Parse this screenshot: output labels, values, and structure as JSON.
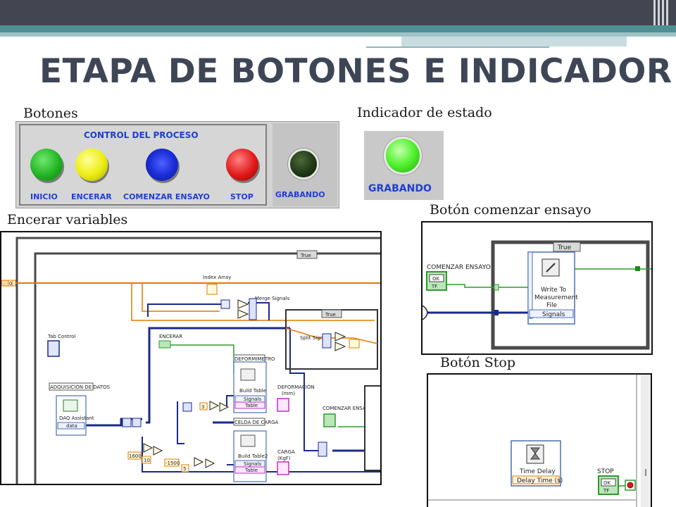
{
  "slide": {
    "title": "ETAPA DE BOTONES E INDICADOR"
  },
  "sections": {
    "buttons": "Botones",
    "indicator": "Indicador de estado",
    "reset_vars": "Encerar variables",
    "start_test_btn": "Botón comenzar ensayo",
    "stop_btn": "Botón Stop"
  },
  "control_panel": {
    "title": "CONTROL DEL PROCESO",
    "buttons": [
      {
        "label": "INICIO",
        "color": "#22b422"
      },
      {
        "label": "ENCERAR",
        "color": "#ecec10"
      },
      {
        "label": "COMENZAR ENSAYO",
        "color": "#1c2fd8"
      },
      {
        "label": "STOP",
        "color": "#e01818"
      }
    ],
    "led": {
      "label": "GRABANDO",
      "state": "off",
      "color": "#1f3a16"
    }
  },
  "status_indicator": {
    "label": "GRABANDO",
    "state": "on",
    "color": "#4ff22c"
  },
  "diagram_reset": {
    "case_selector": "True",
    "inner_case_selector": "True",
    "nodes": {
      "index_array": "Index Array",
      "merge_signals": "Merge Signals",
      "split_signals": "Split Signals",
      "tab_control": "Tab Control",
      "encerar": "ENCERAR",
      "deformimetro": "DEFORMIMETRO",
      "adquisicion": "ADQUISICIÓN DE DATOS",
      "daq_assistant": "DAQ Assistant",
      "daq_data": "data",
      "build_table": "Build Table",
      "build_table2": "Build Table2",
      "signals": "Signals",
      "table": "Table",
      "deformacion": "DEFORMACIÓN",
      "deformacion_unit": "(mm)",
      "celda_carga": "CELDA DE CARGA",
      "carga": "CARGA",
      "carga_unit": "(KgF)",
      "comenzar_ensayo": "COMENZAR ENSAYO",
      "const_1600": "1600",
      "const_10": "10",
      "const_1500": "-1500",
      "const_5": "5",
      "const_3": "3",
      "const_0": "0"
    }
  },
  "diagram_start": {
    "case_selector": "True",
    "control_label": "COMENZAR ENSAYO",
    "ok": "OK",
    "tf": "TF",
    "express_vi": "Write To Measurement File",
    "signals": "Signals"
  },
  "diagram_stop": {
    "time_delay": "Time Delay",
    "delay_input": "Delay Time (s)",
    "stop_label": "STOP",
    "ok": "OK",
    "tf": "TF"
  }
}
